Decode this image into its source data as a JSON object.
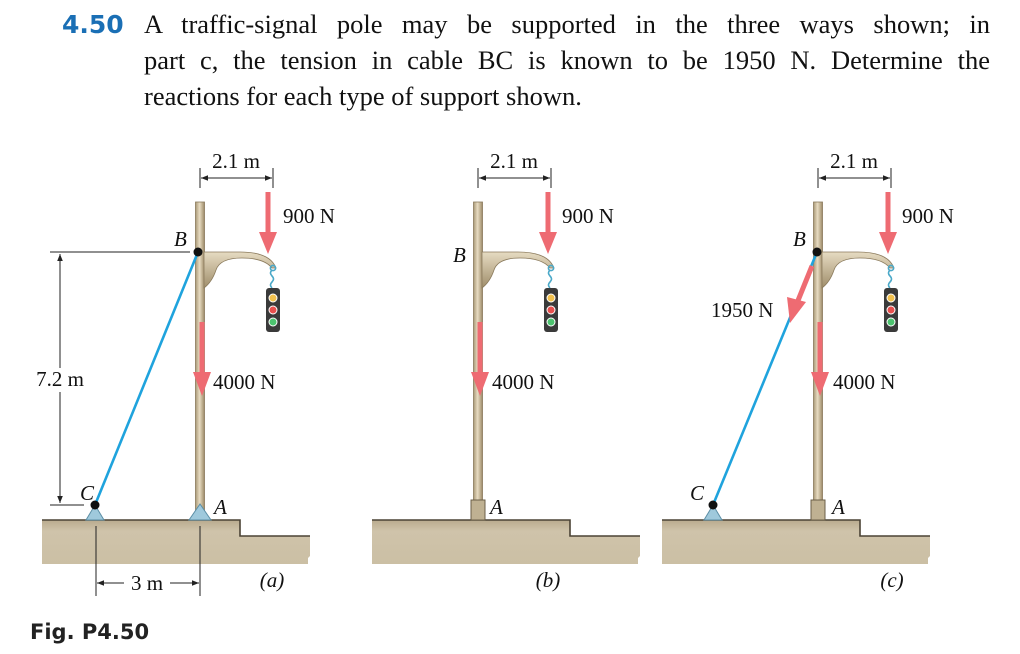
{
  "problem": {
    "number": "4.50",
    "line1": "A traffic-signal pole may be supported in the three ways shown; in",
    "line2": "part c, the tension in cable BC is known to be 1950 N. Determine the",
    "line3": "reactions for each type of support shown."
  },
  "figure": {
    "caption": "Fig. P4.50",
    "dim_arm": "2.1 m",
    "load_signal": "900 N",
    "load_pole": "4000 N",
    "cable_tension": "1950 N",
    "dim_height": "7.2 m",
    "dim_base": "3 m",
    "label_b": "B",
    "label_a": "A",
    "label_c": "C",
    "part_a": "(a)",
    "part_b": "(b)",
    "part_c": "(c)"
  },
  "colors": {
    "accent_blue": "#1a6fb5",
    "force_arrow": "#ee6b72",
    "cable": "#1fa3dd",
    "ground": "#c9bda3",
    "pole": "#d3c6a8"
  }
}
